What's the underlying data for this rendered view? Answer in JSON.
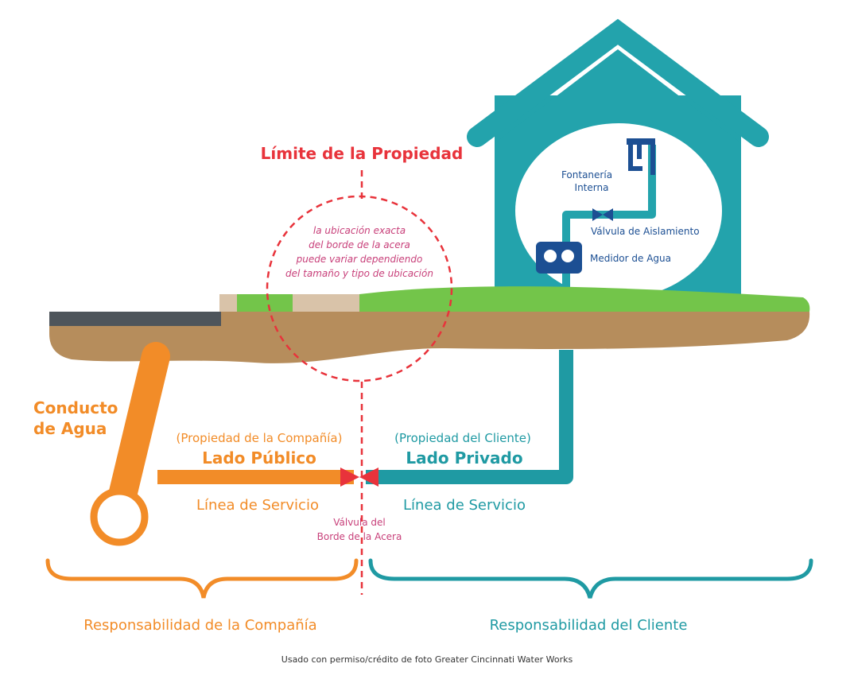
{
  "colors": {
    "orange": "#f28c28",
    "teal": "#1f9aa3",
    "house_teal": "#23a3ac",
    "navy": "#1c4f93",
    "red": "#e8333b",
    "pink": "#c8407a",
    "brown": "#b68d5c",
    "grass": "#73c54a",
    "asphalt": "#4e555b",
    "sidewalk": "#d9c3a9"
  },
  "property_limit": {
    "title": "Límite de la Propiedad",
    "note_lines": [
      "la ubicación exacta",
      "del borde de la acera",
      "puede variar dependiendo",
      "del tamaño y tipo de ubicación"
    ]
  },
  "house": {
    "plumbing_lines": [
      "Fontanería",
      "Interna"
    ],
    "isolation_valve": "Válvula de Aislamiento",
    "water_meter": "Medidor de Agua"
  },
  "main": {
    "lines": [
      "Conducto",
      "de Agua"
    ]
  },
  "public_side": {
    "owner": "(Propiedad de la Compañía)",
    "title": "Lado Público",
    "service_line": "Línea de Servicio",
    "responsibility": "Responsabilidad de la Compañía"
  },
  "private_side": {
    "owner": "(Propiedad del Cliente)",
    "title": "Lado Privado",
    "service_line": "Línea de Servicio",
    "responsibility": "Responsabilidad del Cliente"
  },
  "curb_valve": {
    "lines": [
      "Válvula del",
      "Borde de la Acera"
    ]
  },
  "credit": "Usado con permiso/crédito de foto Greater Cincinnati Water Works"
}
